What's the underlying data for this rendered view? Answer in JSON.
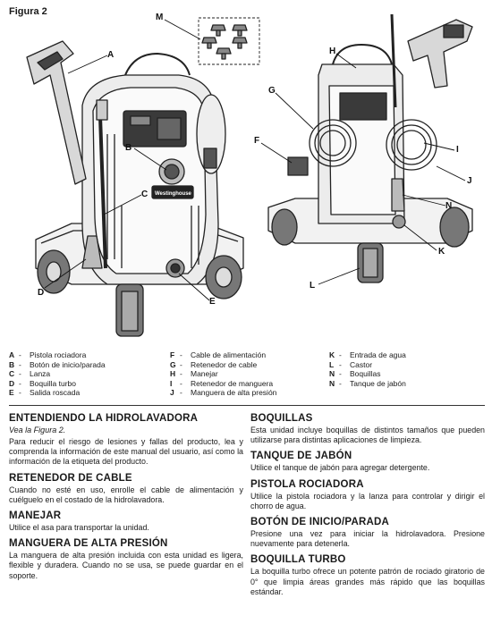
{
  "figure": {
    "title": "Figura 2",
    "callouts": {
      "A": "A",
      "B": "B",
      "C": "C",
      "D": "D",
      "E": "E",
      "F": "F",
      "G": "G",
      "H": "H",
      "I": "I",
      "J": "J",
      "K": "K",
      "L": "L",
      "M": "M",
      "N": "N"
    },
    "brand_logo": "Westinghouse"
  },
  "legend": {
    "col1": [
      {
        "key": "A",
        "label": "Pistola rociadora"
      },
      {
        "key": "B",
        "label": "Botón de inicio/parada"
      },
      {
        "key": "C",
        "label": "Lanza"
      },
      {
        "key": "D",
        "label": "Boquilla turbo"
      },
      {
        "key": "E",
        "label": "Salida roscada"
      }
    ],
    "col2": [
      {
        "key": "F",
        "label": "Cable de alimentación"
      },
      {
        "key": "G",
        "label": "Retenedor de cable"
      },
      {
        "key": "H",
        "label": "Manejar"
      },
      {
        "key": "I",
        "label": "Retenedor de manguera"
      },
      {
        "key": "J",
        "label": "Manguera de alta presión"
      }
    ],
    "col3": [
      {
        "key": "K",
        "label": "Entrada de agua"
      },
      {
        "key": "L",
        "label": "Castor"
      },
      {
        "key": "N",
        "label": "Boquillas"
      },
      {
        "key": "N",
        "label": "Tanque de jabón"
      }
    ]
  },
  "sections_left": [
    {
      "title": "ENTENDIENDO LA HIDROLAVADORA",
      "subtitle": "Vea la Figura 2.",
      "body": "Para reducir el riesgo de lesiones y fallas del producto, lea y comprenda la información de este manual del usuario, así como la información de la etiqueta del producto."
    },
    {
      "title": "RETENEDOR DE CABLE",
      "body": "Cuando no esté en uso, enrolle el cable de alimentación y cuélguelo en el costado de la hidrolavadora."
    },
    {
      "title": "MANEJAR",
      "body": "Utilice el asa para transportar la unidad."
    },
    {
      "title": "MANGUERA DE ALTA PRESIÓN",
      "body": "La manguera de alta presión incluida con esta unidad es ligera, flexible y duradera. Cuando no se usa, se puede guardar en el soporte."
    }
  ],
  "sections_right": [
    {
      "title": "BOQUILLAS",
      "body": "Esta unidad incluye boquillas de distintos tamaños que pueden utilizarse para distintas aplicaciones de limpieza."
    },
    {
      "title": "TANQUE DE JABÓN",
      "body": "Utilice el tanque de jabón para agregar detergente."
    },
    {
      "title": "PISTOLA ROCIADORA",
      "body": "Utilice la pistola rociadora y la lanza para controlar y dirigir el chorro de agua."
    },
    {
      "title": "BOTÓN DE INICIO/PARADA",
      "body": "Presione una vez para iniciar la hidrolavadora. Presione nuevamente para detenerla."
    },
    {
      "title": "BOQUILLA TURBO",
      "body": "La boquilla turbo ofrece un potente patrón de rociado giratorio de 0° que limpia áreas grandes más rápido que las boquillas estándar."
    }
  ]
}
